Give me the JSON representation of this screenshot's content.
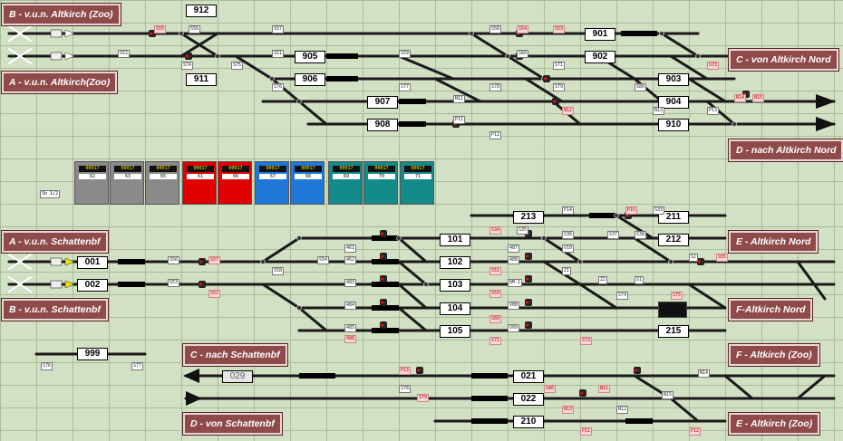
{
  "colors": {
    "background": "#d2e0c4",
    "grid": "#a9bb98",
    "destination": "#8f4a4a",
    "track": "#1a1a1a",
    "occupied": "#000000"
  },
  "destinations": [
    {
      "id": "b-altkirch-zoo",
      "label": "B - v.u.n. Altkirch (Zoo)"
    },
    {
      "id": "a-altkirch-zoo",
      "label": "A - v.u.n. Altkirch(Zoo)"
    },
    {
      "id": "c-von-altkirch-nord",
      "label": "C - von Altkirch Nord"
    },
    {
      "id": "d-nach-altkirch-nord",
      "label": "D - nach Altkirch Nord"
    },
    {
      "id": "a-schattenbf",
      "label": "A - v.u.n. Schattenbf"
    },
    {
      "id": "b-schattenbf",
      "label": "B - v.u.n. Schattenbf"
    },
    {
      "id": "e-altkirch-nord",
      "label": "E - Altkirch Nord"
    },
    {
      "id": "f-altkirch-nord",
      "label": "F-Altkirch Nord"
    },
    {
      "id": "c-nach-schattenbf",
      "label": "C - nach Schattenbf"
    },
    {
      "id": "f-altkirch-zoo",
      "label": "F - Altkirch (Zoo)"
    },
    {
      "id": "d-von-schattenbf",
      "label": "D - von Schattenbf"
    },
    {
      "id": "e-altkirch-zoo",
      "label": "E - Altkirch (Zoo)"
    }
  ],
  "blocks": [
    {
      "id": "912",
      "label": "912"
    },
    {
      "id": "911",
      "label": "911"
    },
    {
      "id": "905",
      "label": "905"
    },
    {
      "id": "906",
      "label": "906"
    },
    {
      "id": "907",
      "label": "907"
    },
    {
      "id": "908",
      "label": "908"
    },
    {
      "id": "901",
      "label": "901"
    },
    {
      "id": "902",
      "label": "902"
    },
    {
      "id": "903",
      "label": "903"
    },
    {
      "id": "904",
      "label": "904"
    },
    {
      "id": "910",
      "label": "910"
    },
    {
      "id": "213",
      "label": "213"
    },
    {
      "id": "211",
      "label": "211"
    },
    {
      "id": "212",
      "label": "212"
    },
    {
      "id": "001",
      "label": "001"
    },
    {
      "id": "002",
      "label": "002"
    },
    {
      "id": "101",
      "label": "101"
    },
    {
      "id": "102",
      "label": "102"
    },
    {
      "id": "103",
      "label": "103"
    },
    {
      "id": "104",
      "label": "104"
    },
    {
      "id": "105",
      "label": "105"
    },
    {
      "id": "215",
      "label": "215"
    },
    {
      "id": "999",
      "label": "999"
    },
    {
      "id": "029",
      "label": "029"
    },
    {
      "id": "021",
      "label": "021"
    },
    {
      "id": "022",
      "label": "022"
    },
    {
      "id": "210",
      "label": "210"
    }
  ],
  "signals": [
    "S55",
    "S56",
    "S57",
    "S58",
    "S54",
    "S53",
    "S52",
    "S51",
    "S59",
    "S60",
    "S71",
    "S73",
    "S74",
    "S75",
    "S76",
    "S77",
    "S78",
    "S79",
    "S80",
    "N11",
    "N12",
    "N13",
    "N14",
    "N15",
    "P11",
    "P12",
    "P13",
    "P14",
    "P15",
    "S33",
    "S34",
    "S35",
    "S36",
    "S37",
    "S38",
    "461",
    "462",
    "483",
    "484",
    "485",
    "486",
    "487",
    "488",
    "DM-1",
    "V08",
    "V09",
    "V10",
    "Z1",
    "Z2",
    "S1",
    "S2"
  ],
  "control_panels": [
    {
      "id": "p1",
      "display": "00017",
      "name": "62"
    },
    {
      "id": "p2",
      "display": "00017",
      "name": "63"
    },
    {
      "id": "p3",
      "display": "00017",
      "name": "65"
    },
    {
      "id": "p4",
      "display": "00017",
      "name": "61"
    },
    {
      "id": "p5",
      "display": "00017",
      "name": "66"
    },
    {
      "id": "p6",
      "display": "00017",
      "name": "67"
    },
    {
      "id": "p7",
      "display": "00017",
      "name": "68"
    },
    {
      "id": "p8",
      "display": "00017",
      "name": "69"
    },
    {
      "id": "p9",
      "display": "00017",
      "name": "70"
    },
    {
      "id": "p10",
      "display": "00017",
      "name": "71"
    }
  ],
  "panel_name": "Sh 1/2"
}
